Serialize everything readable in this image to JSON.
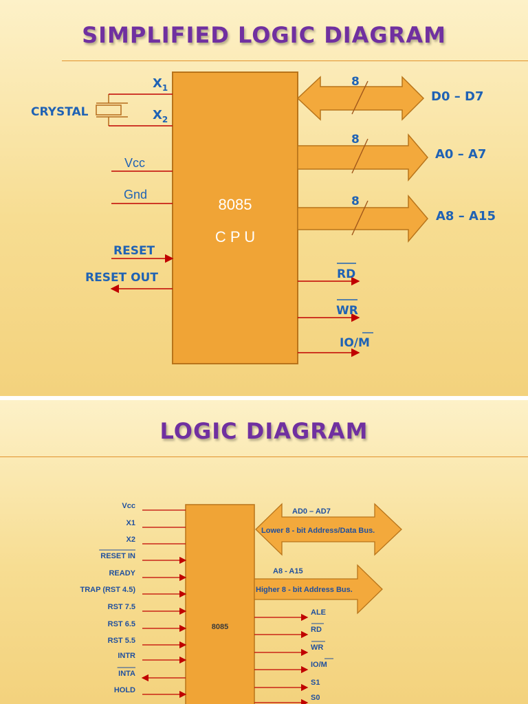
{
  "slide1": {
    "title": "SIMPLIFIED LOGIC DIAGRAM",
    "crystal_label": "CRYSTAL",
    "x1_label": "X",
    "x1_sub": "1",
    "x2_label": "X",
    "x2_sub": "2",
    "vcc_label": "Vcc",
    "gnd_label": "Gnd",
    "reset_label": "RESET",
    "reset_out_label": "RESET OUT",
    "cpu_line1": "8085",
    "cpu_line2": "C P U",
    "bus_width_1": "8",
    "bus_width_2": "8",
    "bus_width_3": "8",
    "data_bus_label": "D0 – D7",
    "addr_low_label": "A0 – A7",
    "addr_high_label": "A8 – A15",
    "rd_label": "RD",
    "wr_label": "WR",
    "iom_label": "IO/M"
  },
  "slide2": {
    "title": "LOGIC DIAGRAM",
    "chip_label": "8085",
    "left_pins": [
      "Vcc",
      "X1",
      "X2",
      "RESET IN",
      "READY",
      "TRAP (RST 4.5)",
      "RST 7.5",
      "RST 6.5",
      "RST 5.5",
      "INTR",
      "INTA",
      "HOLD"
    ],
    "right_pins": [
      "ALE",
      "RD",
      "WR",
      "IO/M",
      "S1",
      "S0"
    ],
    "ad_bus_label": "AD0 – AD7",
    "ad_bus_desc": "Lower 8 - bit Address/Data Bus.",
    "a_bus_label": "A8 - A15",
    "a_bus_desc": "Higher 8 - bit Address Bus."
  },
  "colors": {
    "title": "#7030a0",
    "label_blue": "#1f62b4",
    "block_orange": "#f0a436",
    "block_border": "#b8741a",
    "arrow_orange": "#f3a93c",
    "pin_red": "#c00000"
  }
}
